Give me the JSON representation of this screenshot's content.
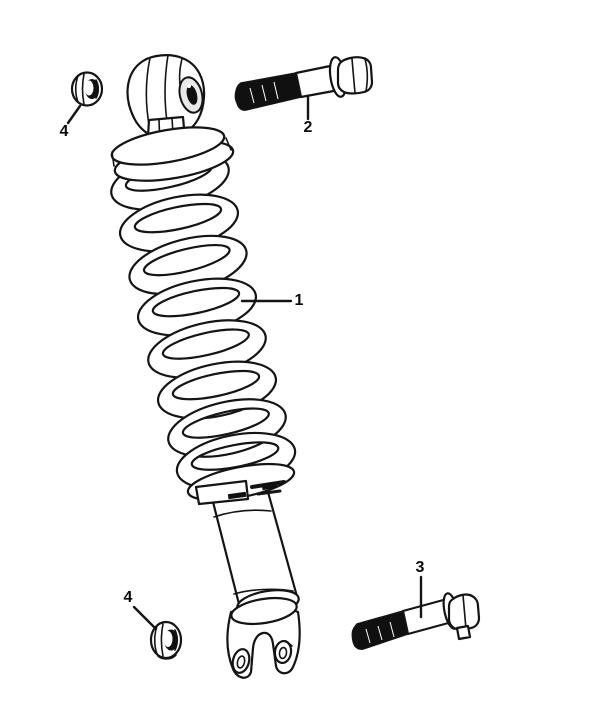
{
  "figure": {
    "colors": {
      "line": "#141414",
      "paper": "#ffffff",
      "thread-fill": "#101010"
    },
    "callouts": [
      {
        "label": "1"
      },
      {
        "label": "2"
      },
      {
        "label": "3"
      },
      {
        "label": "4"
      },
      {
        "label": "4"
      }
    ]
  }
}
